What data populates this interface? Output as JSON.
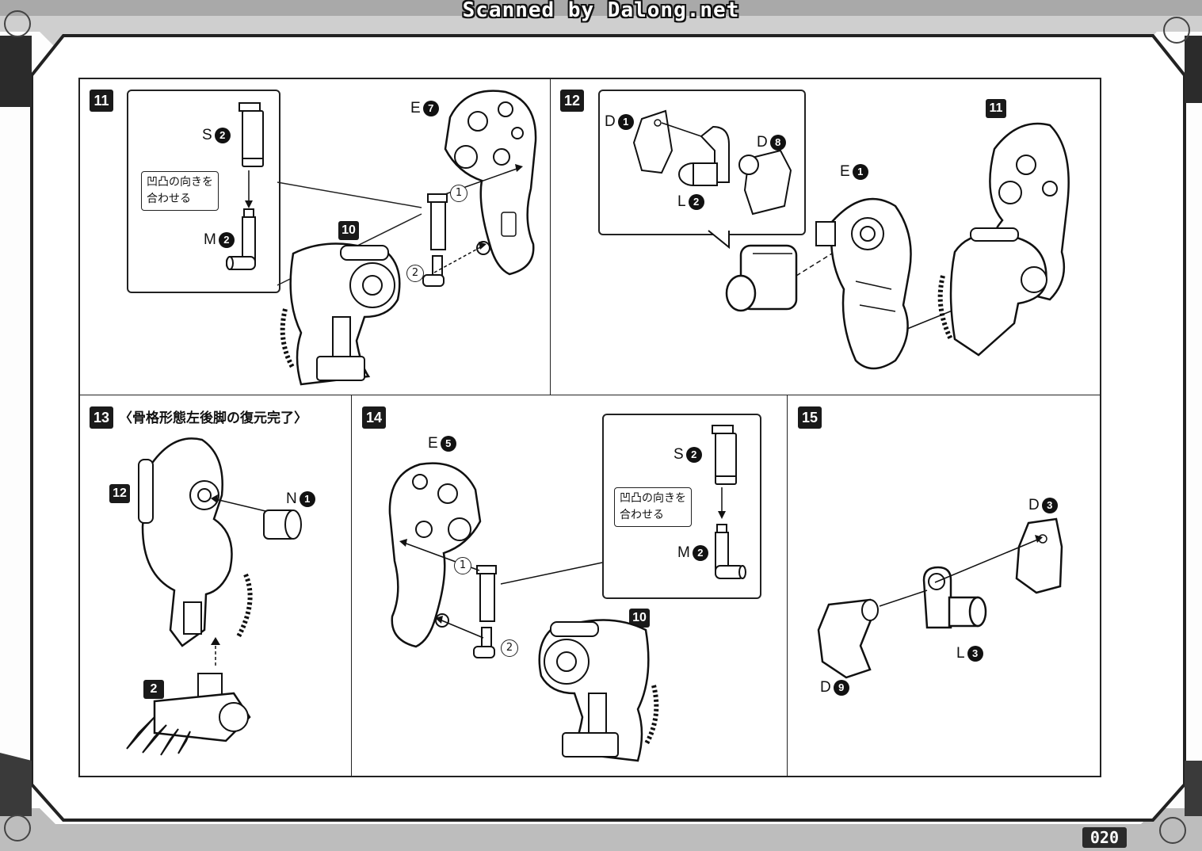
{
  "header": {
    "scan_credit": "Scanned by Dalong.net"
  },
  "page_number": "020",
  "steps": {
    "s11": {
      "number": "11",
      "note_line1": "凹凸の向きを",
      "note_line2": "合わせる",
      "labels": {
        "s": "S",
        "s_n": "2",
        "m": "M",
        "m_n": "2",
        "e": "E",
        "e_n": "7",
        "ref": "10",
        "c1": "1",
        "c2": "2"
      }
    },
    "s12": {
      "number": "12",
      "labels": {
        "d1": "D",
        "d1_n": "1",
        "d8": "D",
        "d8_n": "8",
        "l": "L",
        "l_n": "2",
        "e": "E",
        "e_n": "1",
        "ref": "11"
      }
    },
    "s13": {
      "number": "13",
      "title": "〈骨格形態左後脚の復元完了〉",
      "labels": {
        "ref12": "12",
        "n": "N",
        "n_n": "1",
        "ref2": "2"
      }
    },
    "s14": {
      "number": "14",
      "note_line1": "凹凸の向きを",
      "note_line2": "合わせる",
      "labels": {
        "e": "E",
        "e_n": "5",
        "s": "S",
        "s_n": "2",
        "m": "M",
        "m_n": "2",
        "ref": "10",
        "c1": "1",
        "c2": "2"
      }
    },
    "s15": {
      "number": "15",
      "labels": {
        "d3": "D",
        "d3_n": "3",
        "l": "L",
        "l_n": "3",
        "d9": "D",
        "d9_n": "9"
      }
    }
  }
}
